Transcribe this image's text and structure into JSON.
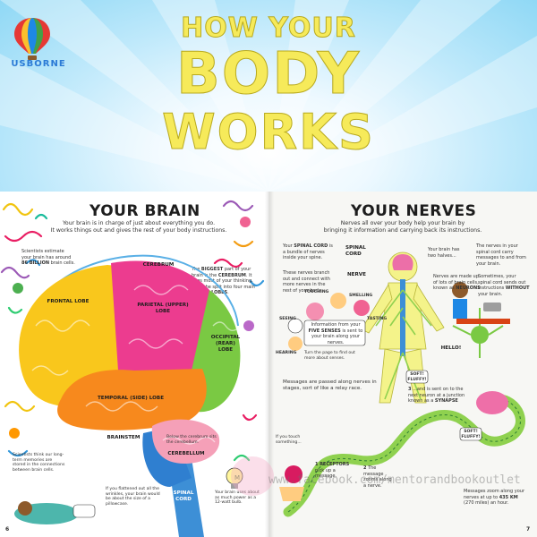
{
  "publisher": {
    "name": "USBORNE"
  },
  "book": {
    "title_line1": "HOW YOUR",
    "title_line2": "BODY",
    "title_line3": "WORKS"
  },
  "brain": {
    "heading": "YOUR BRAIN",
    "intro_line1": "Your brain is in charge of just about everything you do.",
    "intro_line2": "It works things out and gives the rest of your body instructions.",
    "note_neurons": {
      "pre": "Scientists estimate your brain has around",
      "bold": "86 BILLION",
      "post": "brain cells."
    },
    "note_cerebrum": {
      "pre": "The",
      "bold1": "BIGGEST",
      "mid1": "part of your brain is the",
      "bold2": "CEREBRUM",
      "mid2": ". It does most of your thinking. It can be split into four main areas or",
      "bold3": "LOBES",
      "post": "."
    },
    "label_cerebrum": "CEREBRUM",
    "label_frontal": "FRONTAL LOBE",
    "label_parietal": "PARIETAL (UPPER) LOBE",
    "label_occipital": "OCCIPITAL (REAR) LOBE",
    "label_temporal": "TEMPORAL (SIDE) LOBE",
    "label_brainstem": "BRAINSTEM",
    "label_cerebellum": "CEREBELLUM",
    "label_spinal": "SPINAL CORD",
    "note_cerebellum": "Below the cerebrum sits the cerebellum.",
    "note_memories": "Scientists think our long-term memories are stored in the connections between brain cells.",
    "note_flattened": "If you flattened out all the wrinkles, your brain would be about the size of a pillowcase.",
    "note_energy": "Your brain uses about as much power as a 12-watt bulb.",
    "page_number": "6"
  },
  "nerves": {
    "heading": "YOUR NERVES",
    "intro_line1": "Nerves all over your body help your brain by",
    "intro_line2": "bringing it information and carrying back its instructions.",
    "note_spinal": {
      "pre": "Your",
      "bold": "SPINAL CORD",
      "post": "is a bundle of nerves inside your spine."
    },
    "note_branch": "These nerves branch out and connect with more nerves in the rest of your body.",
    "label_spinal_cord": "SPINAL CORD",
    "label_nerve": "NERVE",
    "note_halves": "Your brain has two halves...",
    "note_neurons": {
      "pre": "Nerves are made up of lots of brain cells, known as",
      "bold": "NEURONS"
    },
    "label_hello": "HELLO!",
    "note_five_senses": {
      "pre": "Information from your",
      "bold": "FIVE SENSES",
      "post": "is sent to your brain along your nerves."
    },
    "sense_touching": "TOUCHING",
    "sense_smelling": "SMELLING",
    "sense_tasting": "TASTING",
    "sense_seeing": "SEEING",
    "sense_hearing": "HEARING",
    "note_turn_page": "Turn the page to find out more about senses.",
    "note_instructions": "The nerves in your spinal cord carry messages to and from your brain.",
    "note_without": {
      "pre": "Sometimes, your spinal cord sends out instructions",
      "bold": "WITHOUT",
      "post": "your brain."
    },
    "note_relay": "Messages are passed along nerves in stages, sort of like a relay race.",
    "note_touch": "If you touch something...",
    "step1": {
      "num": "1",
      "bold": "RECEPTORS",
      "post": "pick up a message."
    },
    "step2": {
      "num": "2",
      "post": "The message zooms along a nerve."
    },
    "step3": {
      "num": "3",
      "pre": "...and is sent on to the next neuron at a junction known as a",
      "bold": "SYNAPSE"
    },
    "bubble1": "SOFT! FLUFFY!",
    "bubble2": "SOFT! FLUFFY!",
    "note_speed": {
      "pre": "Messages zoom along your nerves at up to",
      "bold": "435 KM",
      "post": "(270 miles) an hour."
    },
    "page_number": "7"
  },
  "watermark": {
    "text": "www.facebook.com/mentorandbookoutlet",
    "icon_label": "M"
  },
  "colors": {
    "frontal": "#f9c71c",
    "parietal": "#ec3c8f",
    "occipital": "#7ac943",
    "temporal": "#f7891d",
    "cerebellum": "#f5a0b8",
    "brainstem": "#3d8fd6",
    "cerebrum_arc": "#5ab0e6",
    "nerve_path": "#8fd14f",
    "nerve_body": "#f4f38a",
    "accent_pink": "#ee3f8b"
  }
}
